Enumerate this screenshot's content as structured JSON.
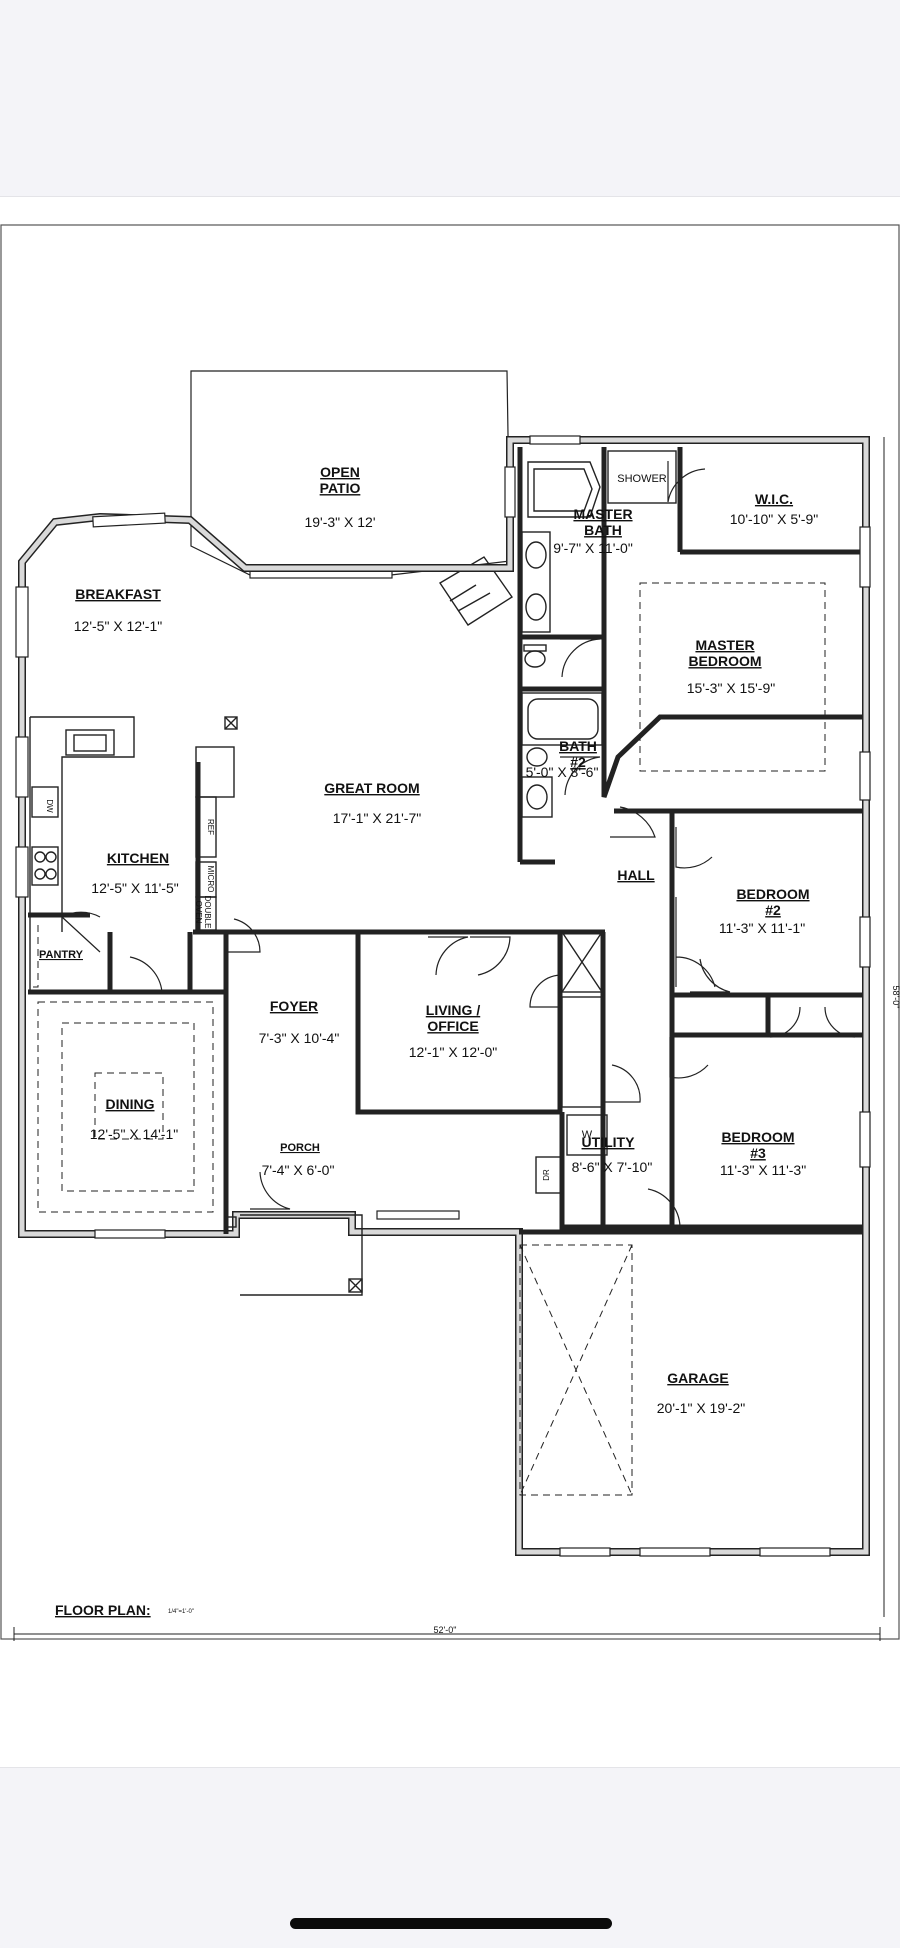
{
  "plan": {
    "title": "FLOOR PLAN:",
    "scale": "1/4\"=1'-0\"",
    "overall_width": "52'-0\"",
    "side_dimension": "58'-0\""
  },
  "rooms": {
    "open_patio": {
      "name": "OPEN\nPATIO",
      "dims": "19'-3\" X 12'"
    },
    "master_bath": {
      "name": "MASTER\nBATH",
      "dims": "9'-7\" X 11'-0\""
    },
    "shower": {
      "name": "SHOWER"
    },
    "wic": {
      "name": "W.I.C.",
      "dims": "10'-10\" X 5'-9\""
    },
    "breakfast": {
      "name": "BREAKFAST",
      "dims": "12'-5\" X 12'-1\""
    },
    "master_bedroom": {
      "name": "MASTER\nBEDROOM",
      "dims": "15'-3\" X 15'-9\""
    },
    "great_room": {
      "name": "GREAT ROOM",
      "dims": "17'-1\" X 21'-7\""
    },
    "bath2": {
      "name": "BATH\n#2",
      "dims": "5'-0\" X 8'-6\""
    },
    "kitchen": {
      "name": "KITCHEN",
      "dims": "12'-5\" X 11'-5\""
    },
    "hall": {
      "name": "HALL"
    },
    "bedroom2": {
      "name": "BEDROOM\n#2",
      "dims": "11'-3\" X 11'-1\""
    },
    "pantry": {
      "name": "PANTRY"
    },
    "foyer": {
      "name": "FOYER",
      "dims": "7'-3\" X 10'-4\""
    },
    "living_office": {
      "name": "LIVING /\nOFFICE",
      "dims": "12'-1\" X 12'-0\""
    },
    "dining": {
      "name": "DINING",
      "dims": "12'-5\" X 14'-1\""
    },
    "porch": {
      "name": "PORCH",
      "dims": "7'-4\" X 6'-0\""
    },
    "utility": {
      "name": "UTILITY",
      "dims": "8'-6\" X 7'-10\""
    },
    "bedroom3": {
      "name": "BEDROOM\n#3",
      "dims": "11'-3\" X 11'-3\""
    },
    "garage": {
      "name": "GARAGE",
      "dims": "20'-1\" X 19'-2\""
    }
  },
  "fixtures": {
    "dw": "DW",
    "ref": "REF",
    "micro": "MICRO",
    "double_oven": "DOUBLE\nOVEN",
    "washer": "W",
    "dryer": "DR"
  }
}
